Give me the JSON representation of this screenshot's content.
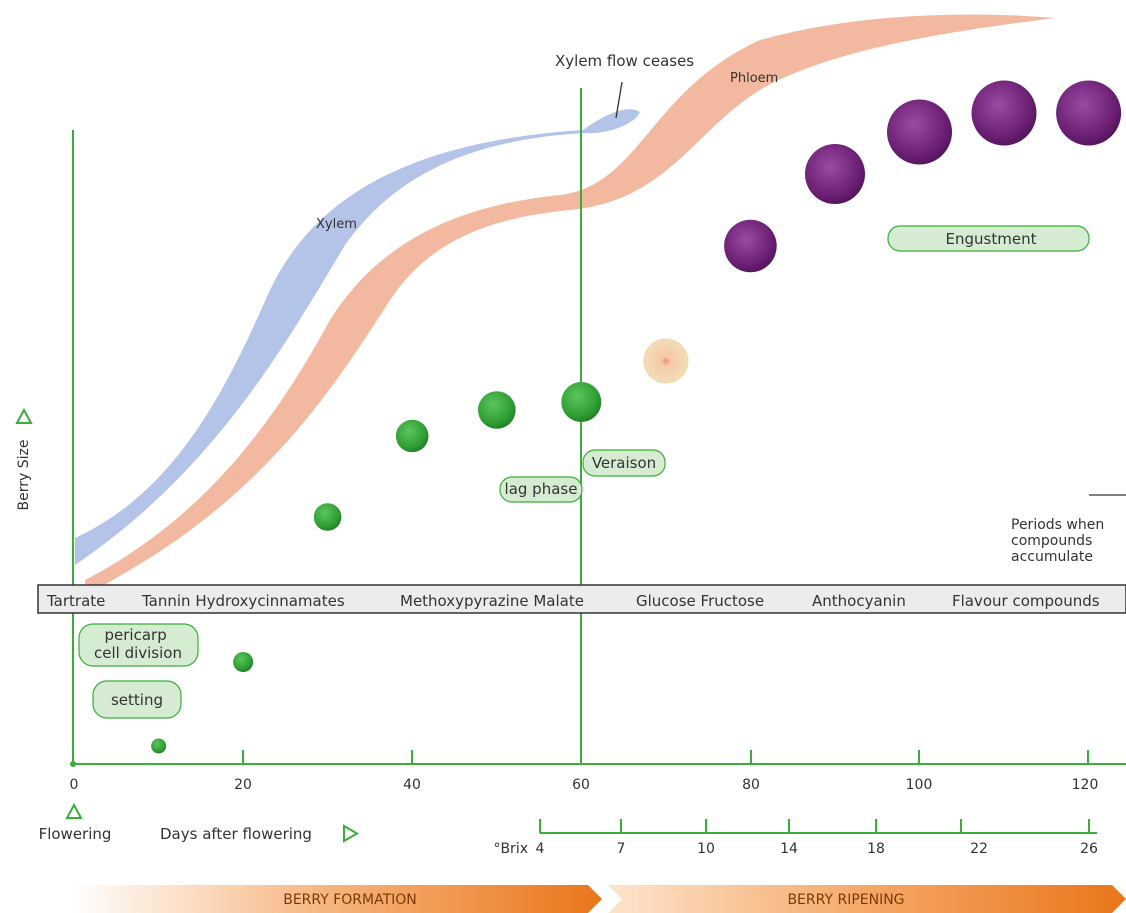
{
  "annotations": {
    "xylem": "Xylem",
    "phloem": "Phloem",
    "xylem_ceases": "Xylem flow ceases",
    "periods_line1": "Periods when",
    "periods_line2": "compounds",
    "periods_line3": "accumulate"
  },
  "y_axis_label": "Berry Size",
  "stages": {
    "engustment": "Engustment",
    "veraison": "Veraison",
    "lag_phase": "lag phase",
    "pericarp_line1": "pericarp",
    "pericarp_line2": "cell division",
    "setting": "setting"
  },
  "compounds": {
    "tartrate": "Tartrate",
    "tannin": "Tannin Hydroxycinnamates",
    "methoxy": "Methoxypyrazine Malate",
    "glucose": "Glucose Fructose",
    "anthocyanin": "Anthocyanin",
    "flavour": "Flavour compounds"
  },
  "x_axis": {
    "ticks": [
      "0",
      "20",
      "40",
      "60",
      "80",
      "100",
      "120"
    ],
    "flowering": "Flowering",
    "days_label": "Days after flowering"
  },
  "brix": {
    "label": "°Brix",
    "ticks": [
      "4",
      "7",
      "10",
      "14",
      "18",
      "22",
      "26"
    ]
  },
  "phases": {
    "formation": "BERRY FORMATION",
    "ripening": "BERRY RIPENING"
  },
  "berries": [
    {
      "day": 10,
      "size": 0.06,
      "color": "green"
    },
    {
      "day": 20,
      "size": 0.08,
      "color": "green"
    },
    {
      "day": 30,
      "size": 0.11,
      "color": "green"
    },
    {
      "day": 40,
      "size": 0.13,
      "color": "green"
    },
    {
      "day": 50,
      "size": 0.15,
      "color": "green"
    },
    {
      "day": 60,
      "size": 0.16,
      "color": "green"
    },
    {
      "day": 70,
      "size": 0.18,
      "color": "pale"
    },
    {
      "day": 80,
      "size": 0.21,
      "color": "purple"
    },
    {
      "day": 90,
      "size": 0.24,
      "color": "purple"
    },
    {
      "day": 100,
      "size": 0.26,
      "color": "purple"
    },
    {
      "day": 110,
      "size": 0.26,
      "color": "purple"
    },
    {
      "day": 120,
      "size": 0.26,
      "color": "purple"
    }
  ],
  "colors": {
    "axis_green": "#3aad3a",
    "label_fill": "#d6ecd2",
    "xylem": "#b3c4e8",
    "phloem": "#f3b9a0",
    "berry_green": "#2f9e34",
    "berry_purple": "#6a1f72",
    "arrow_orange": "#e9761a"
  }
}
